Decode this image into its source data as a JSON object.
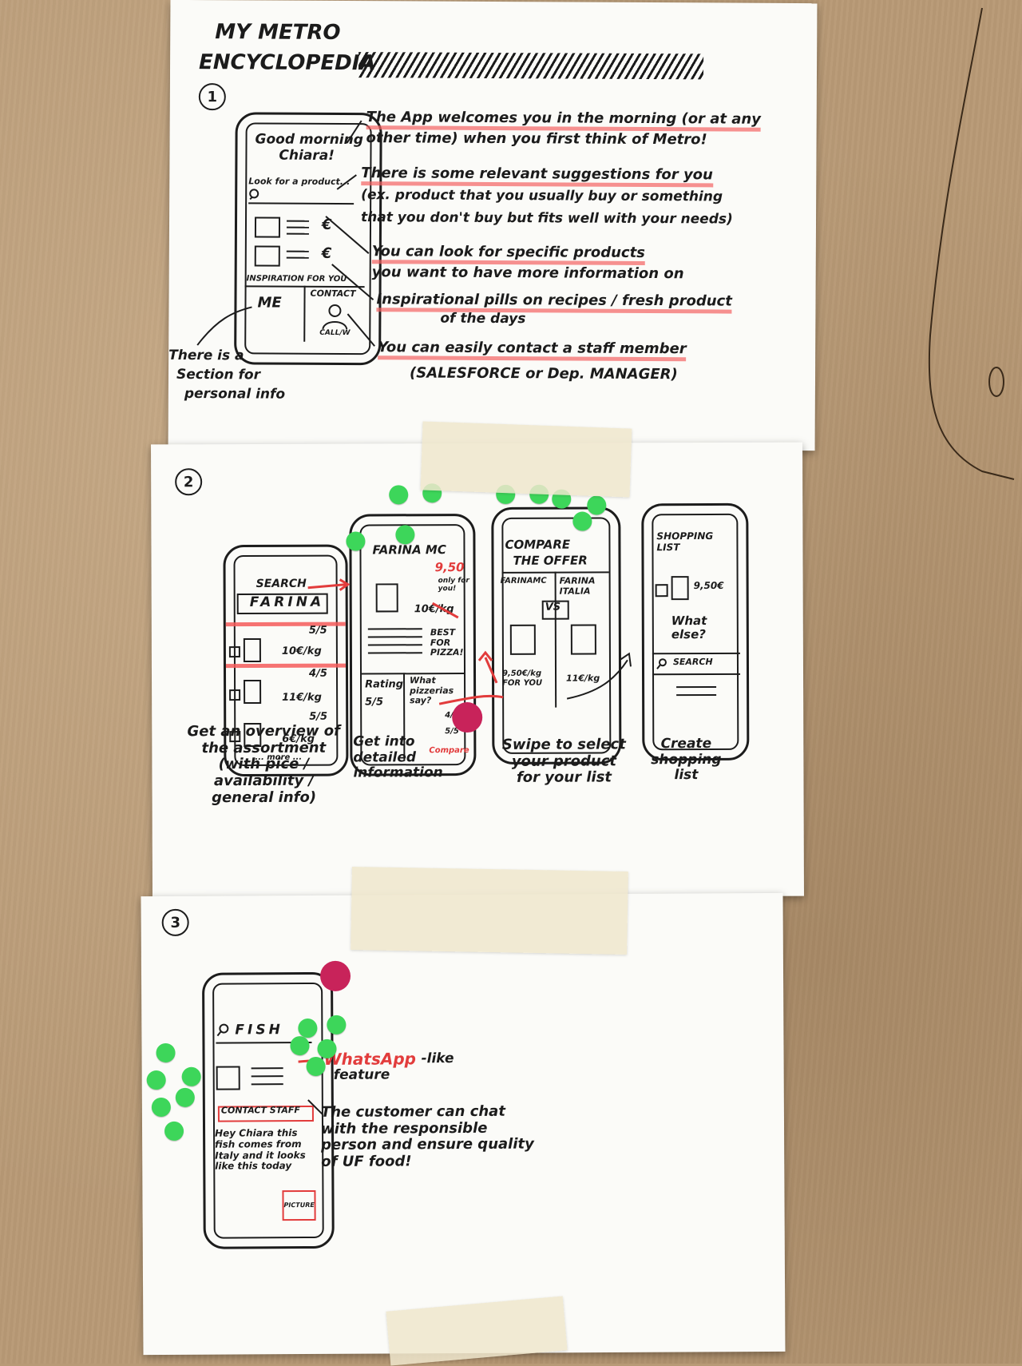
{
  "sheet1": {
    "number": "1",
    "title_line1": "MY METRO",
    "title_line2": "ENCYCLOPEDIA",
    "phone": {
      "greeting_line1": "Good morning",
      "greeting_line2": "Chiara!",
      "search_placeholder": "Look for a product...",
      "price_symbol": "€",
      "inspiration_label": "INSPIRATION FOR YOU",
      "me_label": "ME",
      "contact_label": "CONTACT",
      "call_label": "CALL/W"
    },
    "notes": {
      "welcome_line1": "The App welcomes you in the morning (or at any",
      "welcome_line2": "other time) when you first think of Metro!",
      "suggest_line1": "There is some relevant suggestions for you",
      "suggest_line2": "(ex. product that you usually buy or something",
      "suggest_line3": "that you don't buy but fits well with your needs)",
      "search_line1": "You can look for specific products",
      "search_line2": "you want to have more information on",
      "pills_line1": "Inspirational pills on recipes / fresh product",
      "pills_line2": "of the days",
      "contact_line1": "You can easily contact a staff member",
      "contact_line2": "(SALESFORCE or Dep. MANAGER)",
      "personal_line1": "There is a",
      "personal_line2": "Section for",
      "personal_line3": "personal info"
    }
  },
  "sheet2": {
    "number": "2",
    "screen1": {
      "title": "SEARCH",
      "query": "FARINA",
      "rows": [
        {
          "rating": "5/5",
          "price": "10€/kg"
        },
        {
          "rating": "4/5",
          "price": "11€/kg"
        },
        {
          "rating": "5/5",
          "price": "6€/kg"
        }
      ],
      "more": "... more ..."
    },
    "screen2": {
      "title": "FARINA MC",
      "offer_price": "9,50",
      "offer_note": "only for you!",
      "price": "10€/kg",
      "best_note": "BEST FOR PIZZA!",
      "rating_label": "Rating",
      "rating_value": "5/5",
      "reviews_label": "What pizzerias say?",
      "review_scores": [
        "4/5",
        "5/5"
      ],
      "compare_label": "Compare"
    },
    "screen3": {
      "title_line1": "COMPARE",
      "title_line2": "THE OFFER",
      "left_name": "FARINAMC",
      "right_name": "FARINA ITALIA",
      "vs": "VS",
      "left_price": "9,50€/kg FOR YOU",
      "right_price": "11€/kg"
    },
    "screen4": {
      "title": "SHOPPING LIST",
      "item_price": "9,50€",
      "prompt": "What else?",
      "search_label": "SEARCH"
    },
    "captions": {
      "c1": "Get an overview of the assortment (with pice / availability / general info)",
      "c2": "Get into detailed information",
      "c3": "Swipe to select your product for your list",
      "c4": "Create shopping list"
    }
  },
  "sheet3": {
    "number": "3",
    "phone": {
      "query": "FISH",
      "contact_label": "CONTACT STAFF",
      "message": "Hey Chiara this fish comes from Italy and it looks like this today",
      "picture_label": "PICTURE"
    },
    "whatsapp_label": "WhatsApp",
    "whatsapp_suffix": "-like feature",
    "note": "The customer can chat with the responsible person and ensure quality of UF food!"
  },
  "colors": {
    "highlight": "#f46363",
    "green_dot": "#3dd65a",
    "magenta_dot": "#c8235a",
    "kraft": "#b89a76",
    "paper": "#fbfbf8"
  }
}
